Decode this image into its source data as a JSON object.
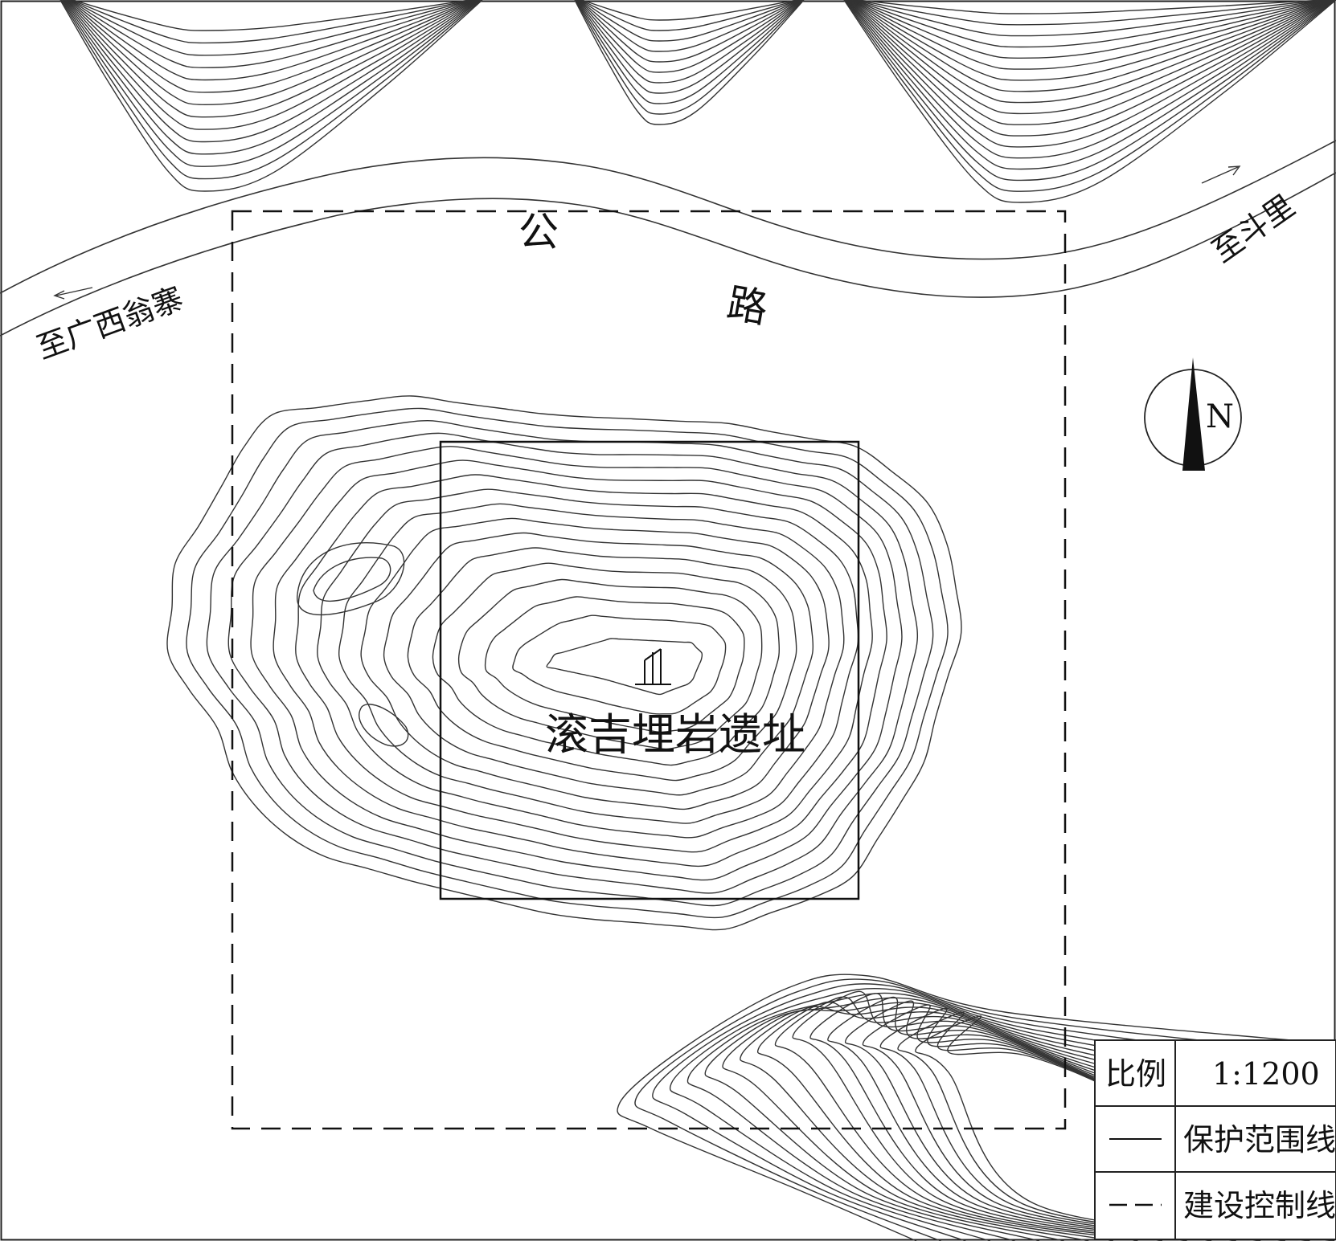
{
  "road": {
    "label_1": "公",
    "label_2": "路",
    "to_west": "至广西翁寨",
    "to_east": "至斗里"
  },
  "site": {
    "name": "滚吉埋岩遗址"
  },
  "north_arrow": {
    "label": "N"
  },
  "legend": {
    "scale_label": "比例",
    "scale_value": "1:1200",
    "protection_label": "保护范围线",
    "construction_label": "建设控制线"
  },
  "colors": {
    "line": "#222222",
    "background": "#ffffff"
  }
}
